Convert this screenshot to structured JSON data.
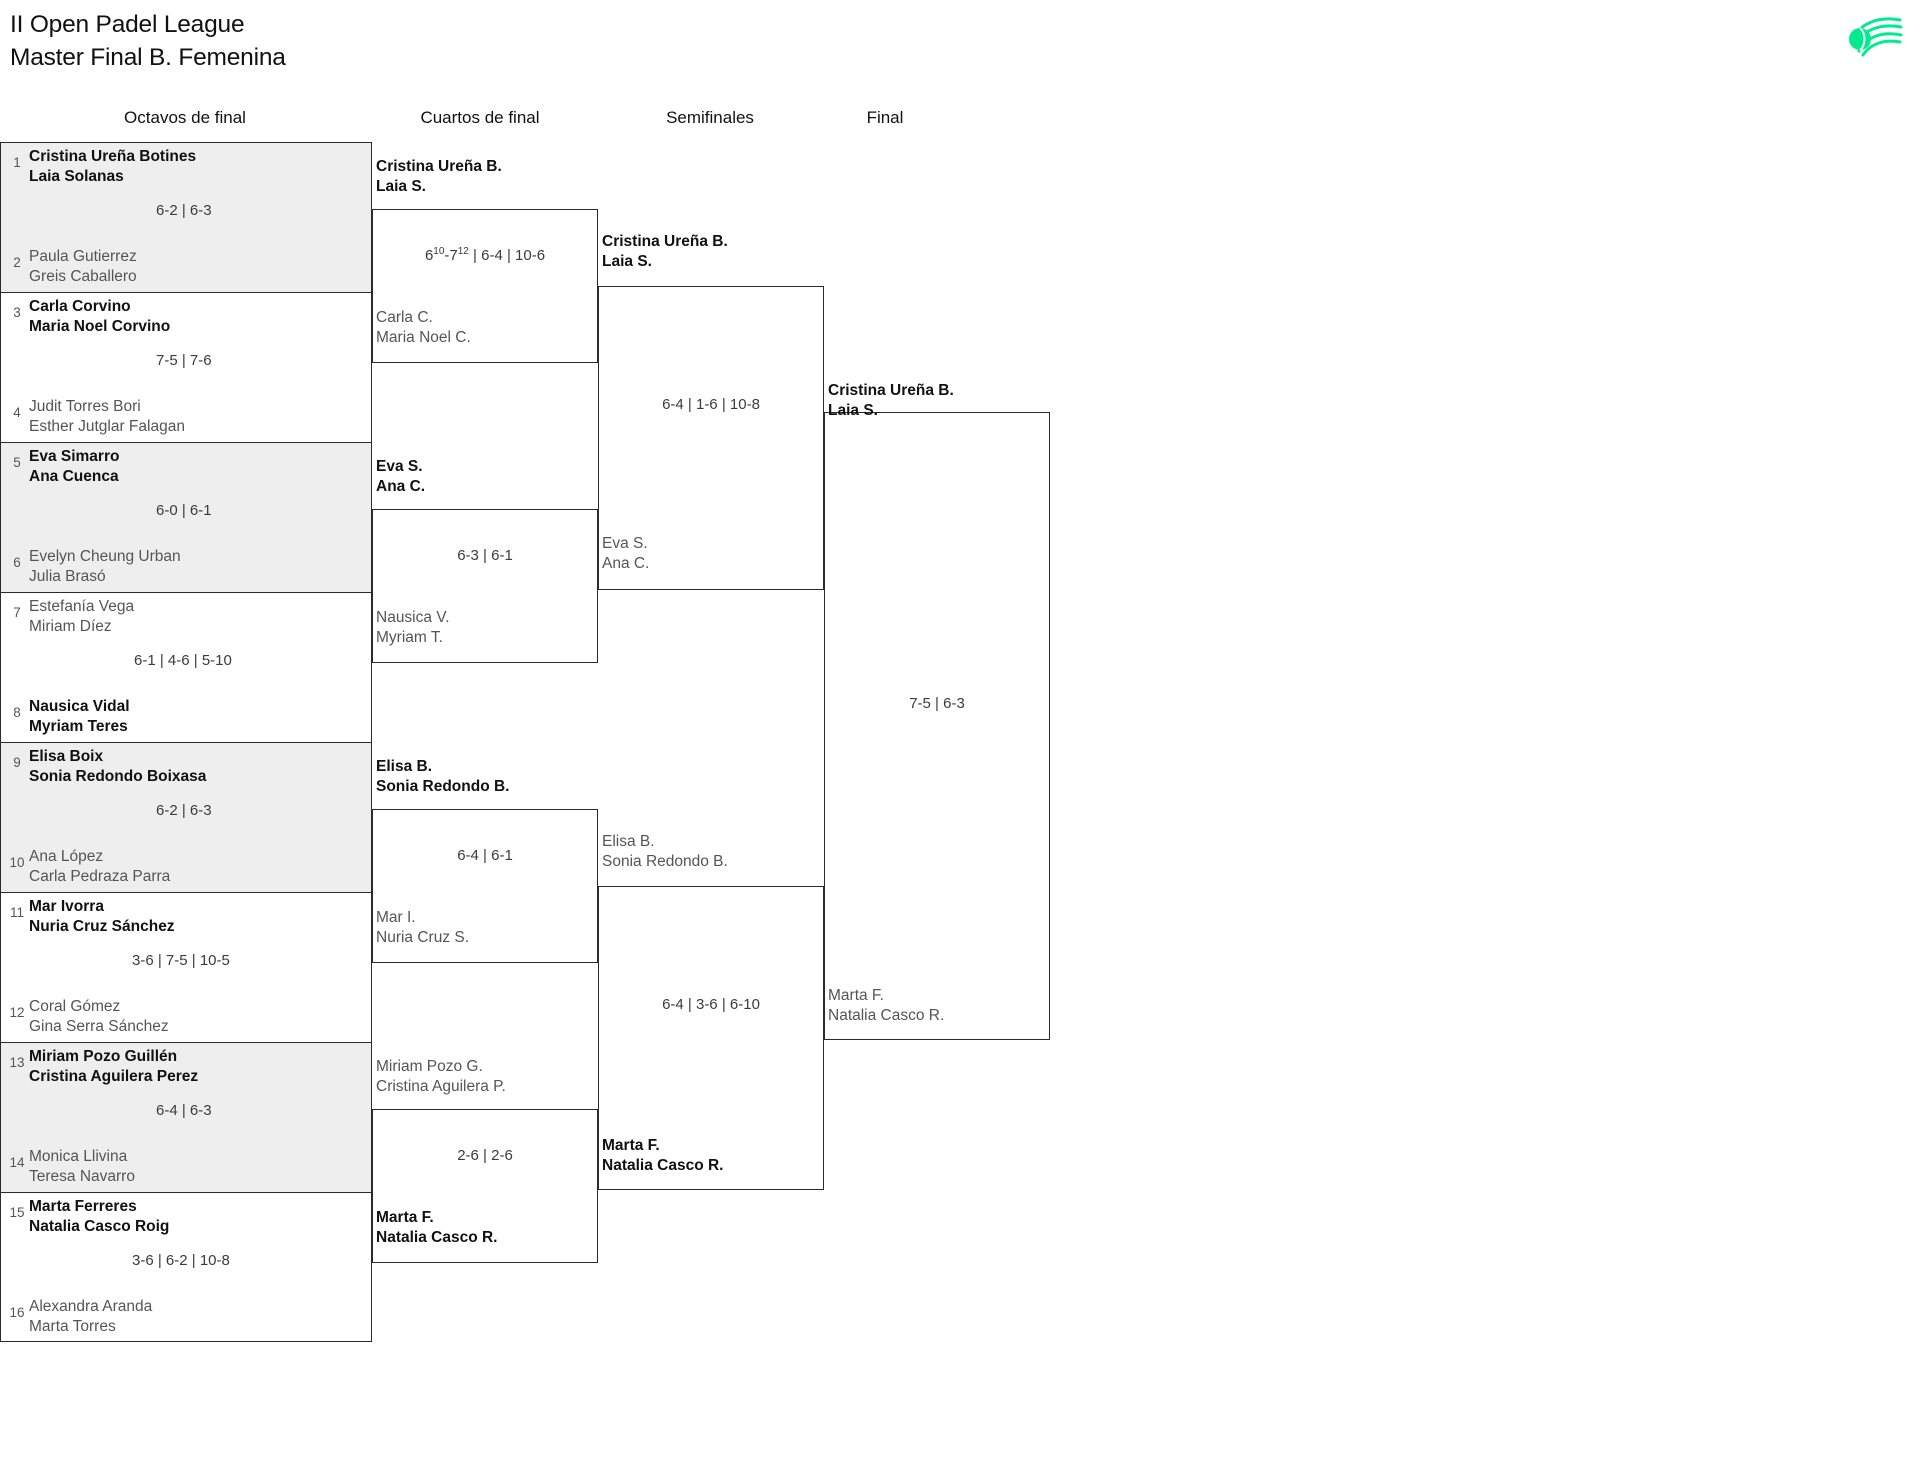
{
  "header": {
    "title_line1": "II Open Padel League",
    "title_line2": "Master Final B. Femenina",
    "logo_name": "padel-league-logo",
    "logo_color": "#00eb8e"
  },
  "rounds": [
    {
      "label": "Octavos de final"
    },
    {
      "label": "Cuartos de final"
    },
    {
      "label": "Semifinales"
    },
    {
      "label": "Final"
    }
  ],
  "round1": {
    "slots": [
      {
        "seed": "1",
        "p1": "Cristina Ureña Botines",
        "p2": "Laia Solanas",
        "result": "winner"
      },
      {
        "seed": "2",
        "p1": "Paula Gutierrez",
        "p2": "Greis Caballero",
        "result": "loser"
      },
      {
        "seed": "3",
        "p1": "Carla Corvino",
        "p2": "Maria Noel Corvino",
        "result": "winner"
      },
      {
        "seed": "4",
        "p1": "Judit Torres Bori",
        "p2": "Esther Jutglar Falagan",
        "result": "loser"
      },
      {
        "seed": "5",
        "p1": "Eva Simarro",
        "p2": "Ana Cuenca",
        "result": "winner"
      },
      {
        "seed": "6",
        "p1": "Evelyn Cheung Urban",
        "p2": "Julia Brasó",
        "result": "loser"
      },
      {
        "seed": "7",
        "p1": "Estefanía Vega",
        "p2": "Miriam Díez",
        "result": "loser"
      },
      {
        "seed": "8",
        "p1": "Nausica Vidal",
        "p2": "Myriam Teres",
        "result": "winner"
      },
      {
        "seed": "9",
        "p1": "Elisa Boix",
        "p2": "Sonia Redondo Boixasa",
        "result": "winner"
      },
      {
        "seed": "10",
        "p1": "Ana López",
        "p2": "Carla Pedraza Parra",
        "result": "loser"
      },
      {
        "seed": "11",
        "p1": "Mar Ivorra",
        "p2": "Nuria Cruz Sánchez",
        "result": "winner"
      },
      {
        "seed": "12",
        "p1": "Coral Gómez",
        "p2": "Gina Serra Sánchez",
        "result": "loser"
      },
      {
        "seed": "13",
        "p1": "Miriam Pozo Guillén",
        "p2": "Cristina Aguilera Perez",
        "result": "winner"
      },
      {
        "seed": "14",
        "p1": "Monica Llivina",
        "p2": "Teresa Navarro",
        "result": "loser"
      },
      {
        "seed": "15",
        "p1": "Marta Ferreres",
        "p2": "Natalia Casco Roig",
        "result": "winner"
      },
      {
        "seed": "16",
        "p1": "Alexandra Aranda",
        "p2": "Marta Torres",
        "result": "loser"
      }
    ],
    "scores": [
      "6-2 | 6-3",
      "7-5 | 7-6",
      "6-0 | 6-1",
      "6-1 | 4-6 | 5-10",
      "6-2 | 6-3",
      "3-6 | 7-5 | 10-5",
      "6-4 | 6-3",
      "3-6 | 6-2 | 10-8"
    ]
  },
  "round2": {
    "slots": [
      {
        "p1": "Cristina Ureña B.",
        "p2": "Laia S.",
        "result": "winner"
      },
      {
        "p1": "Carla C.",
        "p2": "Maria Noel C.",
        "result": "loser"
      },
      {
        "p1": "Eva S.",
        "p2": "Ana C.",
        "result": "winner"
      },
      {
        "p1": "Nausica V.",
        "p2": "Myriam T.",
        "result": "loser"
      },
      {
        "p1": "Elisa B.",
        "p2": "Sonia Redondo B.",
        "result": "winner"
      },
      {
        "p1": "Mar I.",
        "p2": "Nuria Cruz S.",
        "result": "loser"
      },
      {
        "p1": "Miriam Pozo G.",
        "p2": "Cristina Aguilera P.",
        "result": "loser"
      },
      {
        "p1": "Marta F.",
        "p2": "Natalia Casco R.",
        "result": "winner"
      }
    ],
    "scores": [
      {
        "prefix": "6",
        "sup1": "10",
        "mid": "-7",
        "sup2": "12",
        "suffix": " | 6-4 | 10-6",
        "plain": null
      },
      {
        "plain": "6-3 | 6-1"
      },
      {
        "plain": "6-4 | 6-1"
      },
      {
        "plain": "2-6 | 2-6"
      }
    ]
  },
  "round3": {
    "slots": [
      {
        "p1": "Cristina Ureña B.",
        "p2": "Laia S.",
        "result": "winner"
      },
      {
        "p1": "Eva S.",
        "p2": "Ana C.",
        "result": "loser"
      },
      {
        "p1": "Elisa B.",
        "p2": "Sonia Redondo B.",
        "result": "loser"
      },
      {
        "p1": "Marta F.",
        "p2": "Natalia Casco R.",
        "result": "winner"
      }
    ],
    "scores": [
      "6-4 | 1-6 | 10-8",
      "6-4 | 3-6 | 6-10"
    ]
  },
  "round4": {
    "slots": [
      {
        "p1": "Cristina Ureña B.",
        "p2": "Laia S.",
        "result": "winner"
      },
      {
        "p1": "Marta F.",
        "p2": "Natalia Casco R.",
        "result": "loser"
      }
    ],
    "scores": [
      "7-5 | 6-3"
    ]
  }
}
